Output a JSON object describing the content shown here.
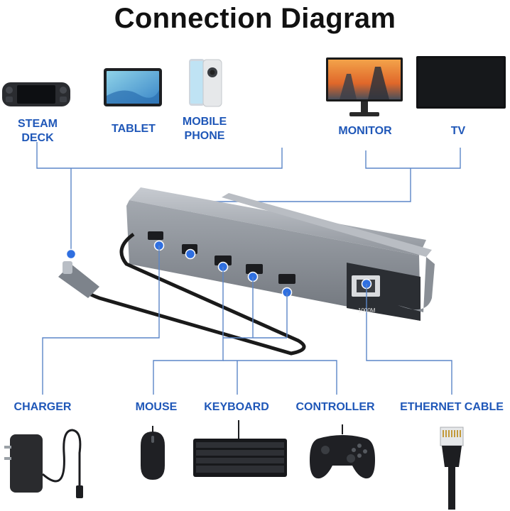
{
  "title": "Connection Diagram",
  "labels": {
    "steam_deck": "STEAM\nDECK",
    "tablet": "TABLET",
    "mobile_phone": "MOBILE\nPHONE",
    "monitor": "MONITOR",
    "tv": "TV",
    "charger": "CHARGER",
    "mouse": "MOUSE",
    "keyboard": "KEYBOARD",
    "controller": "CONTROLLER",
    "ethernet_cable": "ETHERNET CABLE"
  },
  "port_labels": {
    "lan": "1000M"
  },
  "colors": {
    "accent": "#1f57b8",
    "line": "#5b86c8",
    "dock": "#9ea3ab"
  }
}
